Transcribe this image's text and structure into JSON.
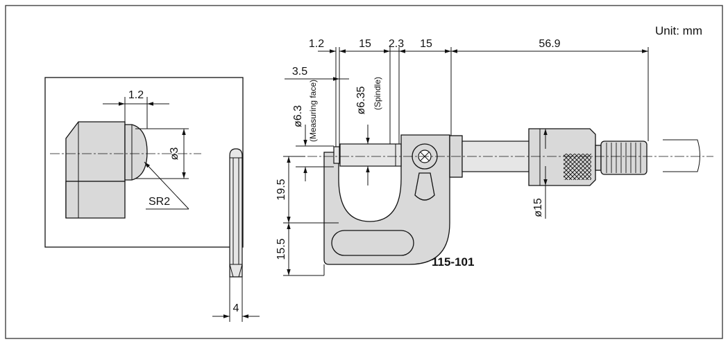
{
  "unit_label": "Unit: mm",
  "model_number": "115-101",
  "detail_view": {
    "dim_width": "1.2",
    "dim_diameter": "ø3",
    "dim_radius": "SR2"
  },
  "side_view": {
    "dim_thickness": "4"
  },
  "main_view": {
    "dim_top": [
      "1.2",
      "15",
      "2.3",
      "15",
      "56.9"
    ],
    "dim_anvil_offset": "3.5",
    "dim_measuring_face": "ø6.3",
    "measuring_face_note": "(Measuring face)",
    "dim_spindle": "ø6.35",
    "spindle_note": "(Spindle)",
    "dim_throat_depth": "19.5",
    "dim_frame_bottom": "15.5",
    "dim_thimble": "ø15"
  },
  "colors": {
    "frame": "#d9d9d9",
    "line": "#111111",
    "border": "#333333"
  }
}
